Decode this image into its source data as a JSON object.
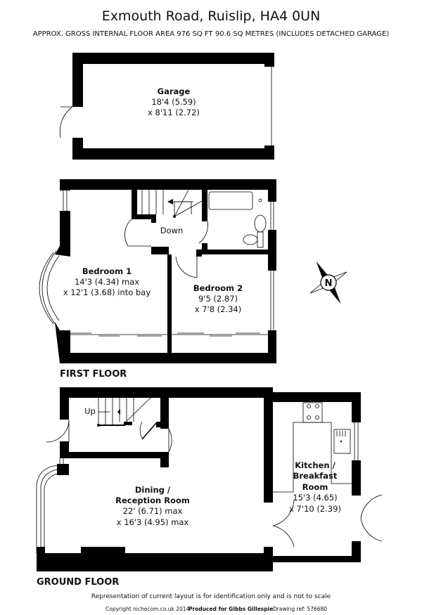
{
  "header": {
    "title": "Exmouth Road, Ruislip, HA4 0UN",
    "subtitle": "APPROX. GROSS INTERNAL FLOOR AREA 976 SQ FT 90.6 SQ METRES (INCLUDES DETACHED GARAGE)"
  },
  "garage": {
    "name": "Garage",
    "dim1": "18'4 (5.59)",
    "dim2": "x 8'11 (2.72)"
  },
  "first_floor": {
    "label": "FIRST FLOOR",
    "stairs_label": "Down",
    "bedroom1": {
      "name": "Bedroom 1",
      "dim1": "14'3 (4.34) max",
      "dim2": "x 12'1 (3.68) into bay"
    },
    "bedroom2": {
      "name": "Bedroom 2",
      "dim1": "9'5 (2.87)",
      "dim2": "x 7'8 (2.34)"
    }
  },
  "compass": {
    "label": "N",
    "icon": "north-compass-icon"
  },
  "ground_floor": {
    "label": "GROUND FLOOR",
    "stairs_label": "Up",
    "dining": {
      "name1": "Dining /",
      "name2": "Reception Room",
      "dim1": "22' (6.71) max",
      "dim2": "x 16'3 (4.95) max"
    },
    "kitchen": {
      "name1": "Kitchen /",
      "name2": "Breakfast",
      "name3": "Room",
      "dim1": "15'3 (4.65)",
      "dim2": "x 7'10 (2.39)"
    }
  },
  "footer": {
    "disclaimer": "Representation of current layout is for identification only and is not to scale",
    "copyright": "Copyright nichecom.co.uk 2014",
    "produced_for": "Produced for Gibbs Gillespie",
    "drawing_ref": "Drawing ref:  576680"
  }
}
